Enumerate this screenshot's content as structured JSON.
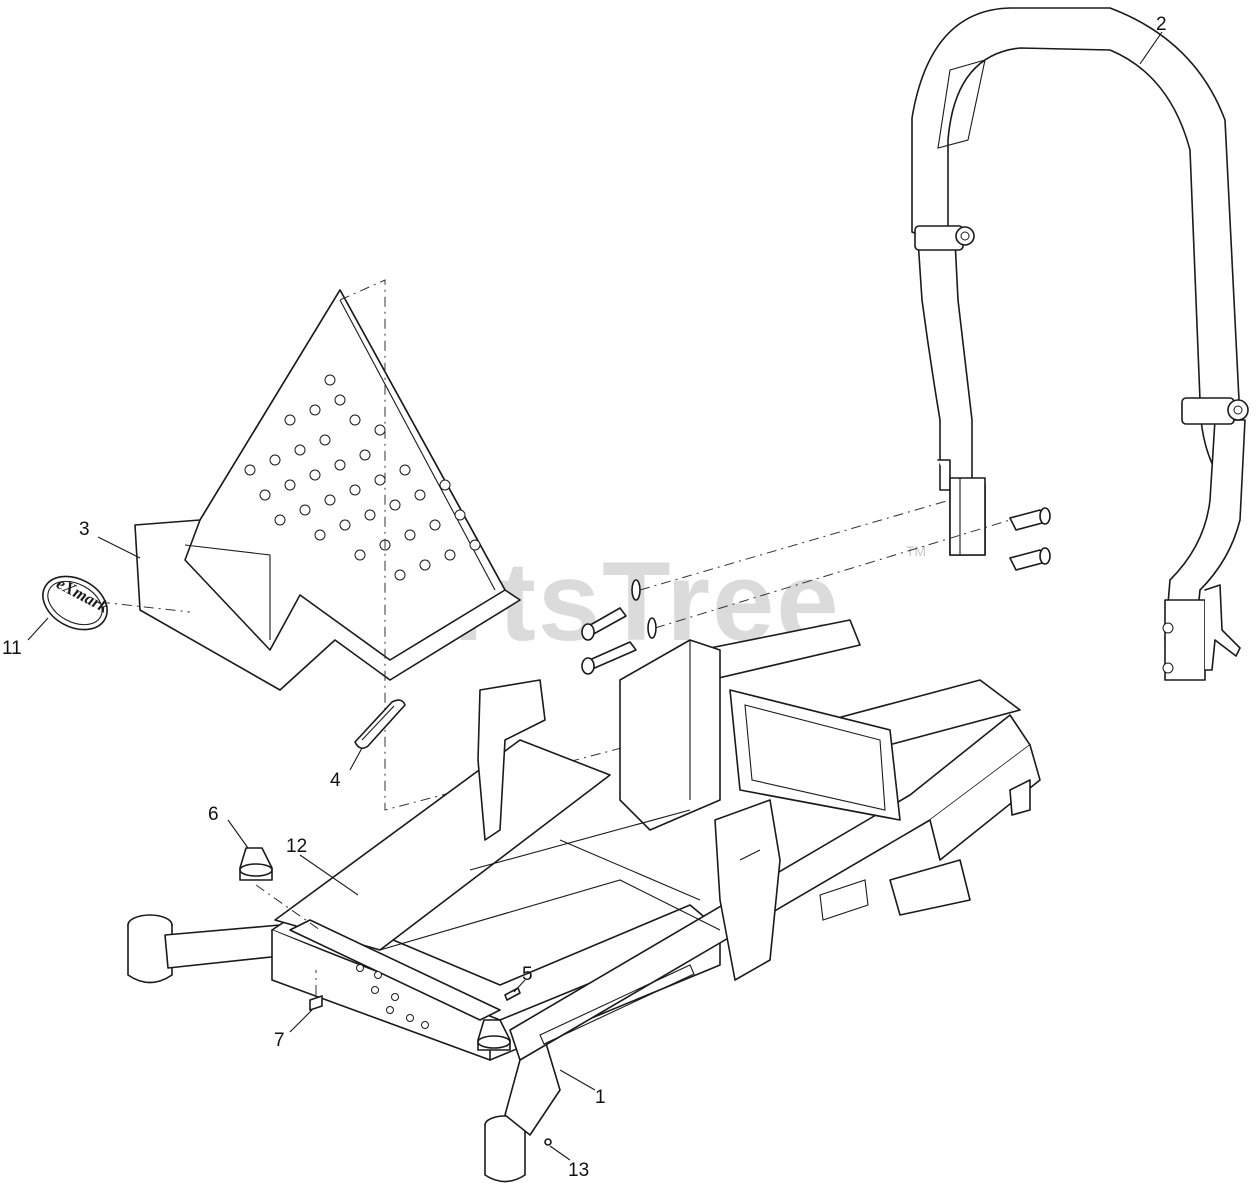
{
  "watermark": {
    "text": "PartsTree",
    "trademark": "TM"
  },
  "logo": {
    "text": "eXmark"
  },
  "callouts": {
    "c1": "1",
    "c2": "2",
    "c3": "3",
    "c4": "4",
    "c5": "5",
    "c6": "6",
    "c7": "7",
    "c11": "11",
    "c12": "12",
    "c13": "13"
  }
}
